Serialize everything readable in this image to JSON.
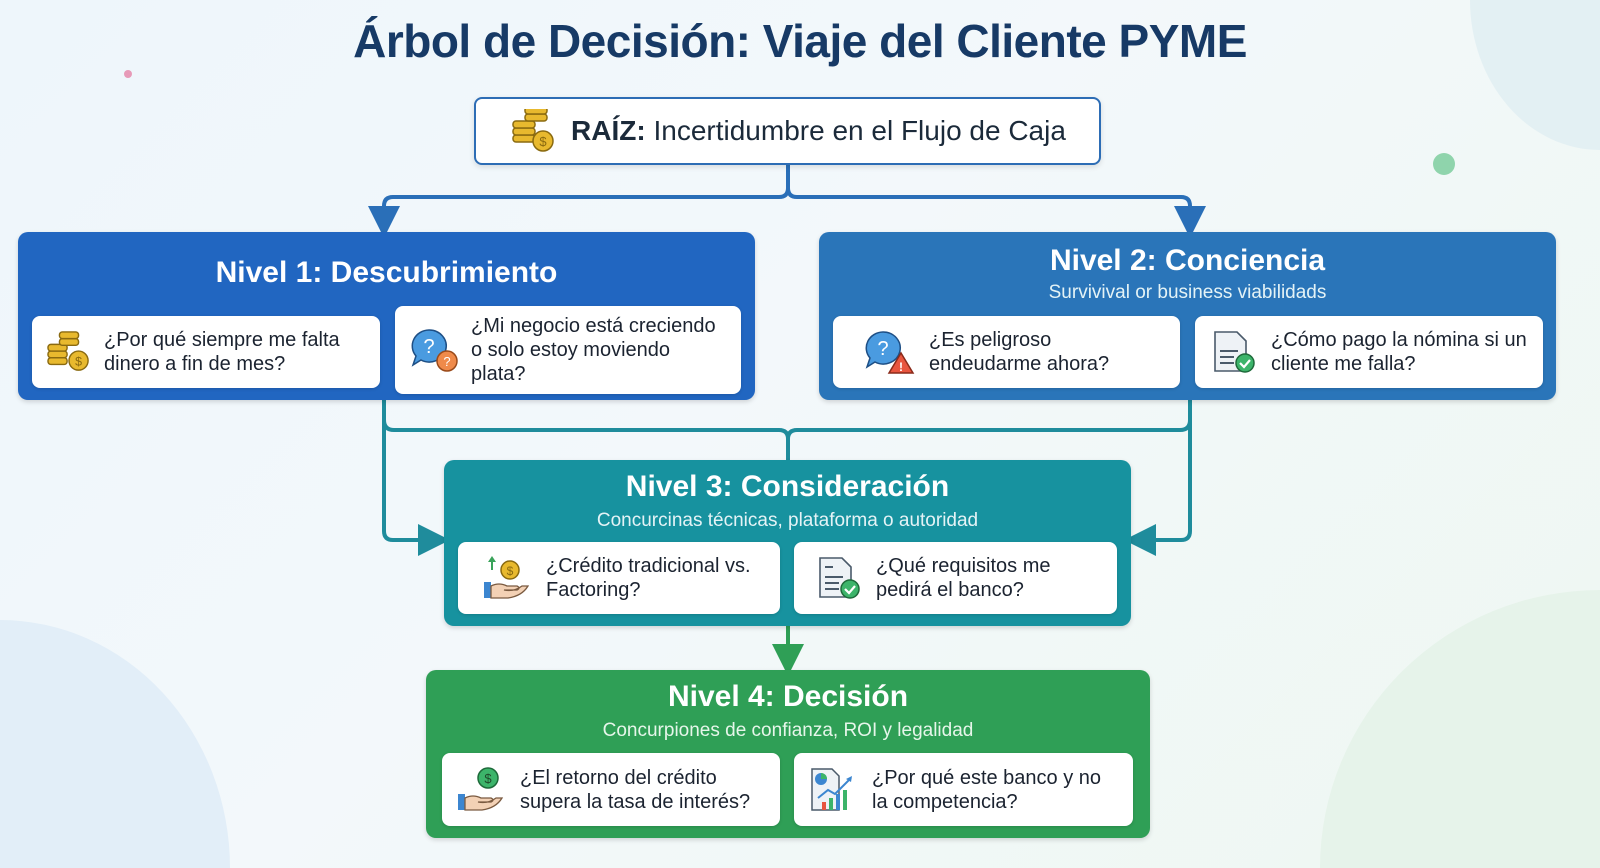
{
  "title": "Árbol de Decisión: Viaje del Cliente PYME",
  "root": {
    "prefix": "RAÍZ:",
    "text": "Incertidumbre en el Flujo de Caja",
    "icon": "coins-icon"
  },
  "levels": [
    {
      "title": "Nivel 1: Descubrimiento",
      "color": "#2166c1",
      "cards": [
        {
          "icon": "coins-icon",
          "text": "¿Por qué siempre me falta dinero a fin de mes?"
        },
        {
          "icon": "question-bubble-icon",
          "text": "¿Mi negocio está creciendo o solo estoy moviendo plata?"
        }
      ]
    },
    {
      "title": "Nivel 2: Conciencia",
      "subtitle": "Survivival or business viabilidads",
      "color": "#2a75b9",
      "cards": [
        {
          "icon": "question-warning-icon",
          "text": "¿Es peligroso endeudarme ahora?"
        },
        {
          "icon": "document-check-icon",
          "text": "¿Cómo pago la nómina si un cliente me falla?"
        }
      ]
    },
    {
      "title": "Nivel 3: Consideración",
      "subtitle": "Concurcinas técnicas, plataforma o autoridad",
      "color": "#17929f",
      "cards": [
        {
          "icon": "hand-coin-icon",
          "text": "¿Crédito tradicional vs. Factoring?"
        },
        {
          "icon": "document-check-icon",
          "text": "¿Qué requisitos me pedirá el banco?"
        }
      ]
    },
    {
      "title": "Nivel 4: Decisión",
      "subtitle": "Concurpiones de confianza, ROI y legalidad",
      "color": "#2f9f56",
      "cards": [
        {
          "icon": "hand-dollar-icon",
          "text": "¿El retorno del crédito supera la tasa de interés?"
        },
        {
          "icon": "growth-chart-icon",
          "text": "¿Por qué este banco y no la competencia?"
        }
      ]
    }
  ]
}
